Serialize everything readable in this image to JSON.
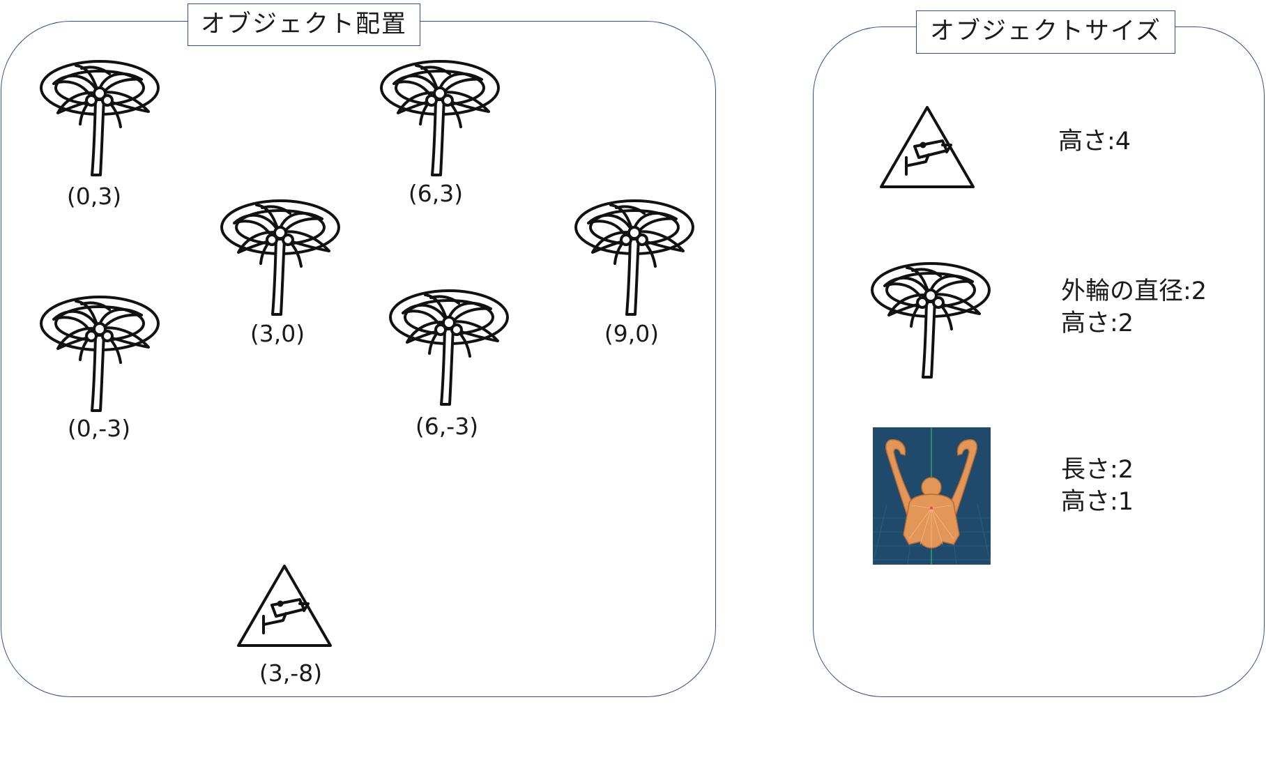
{
  "layout_panel": {
    "title": "オブジェクト配置",
    "trees": [
      {
        "label": "(0,3)"
      },
      {
        "label": "(6,3)"
      },
      {
        "label": "(3,0)"
      },
      {
        "label": "(9,0)"
      },
      {
        "label": "(0,-3)"
      },
      {
        "label": "(6,-3)"
      }
    ],
    "camera": {
      "label": "(3,-8)"
    }
  },
  "size_panel": {
    "title": "オブジェクトサイズ",
    "camera_desc": {
      "line1": "高さ:4"
    },
    "tree_desc": {
      "line1": "外輪の直径:2",
      "line2": "高さ:2"
    },
    "model_desc": {
      "line1": "長さ:2",
      "line2": "高さ:1"
    }
  },
  "icons": {
    "tree": "palm-tree-icon",
    "camera": "camera-warning-icon",
    "model": "robot-model-render"
  },
  "colors": {
    "panel_border": "#2f4f8f",
    "render_background": "#1f4a6b",
    "render_model": "#e29657"
  }
}
